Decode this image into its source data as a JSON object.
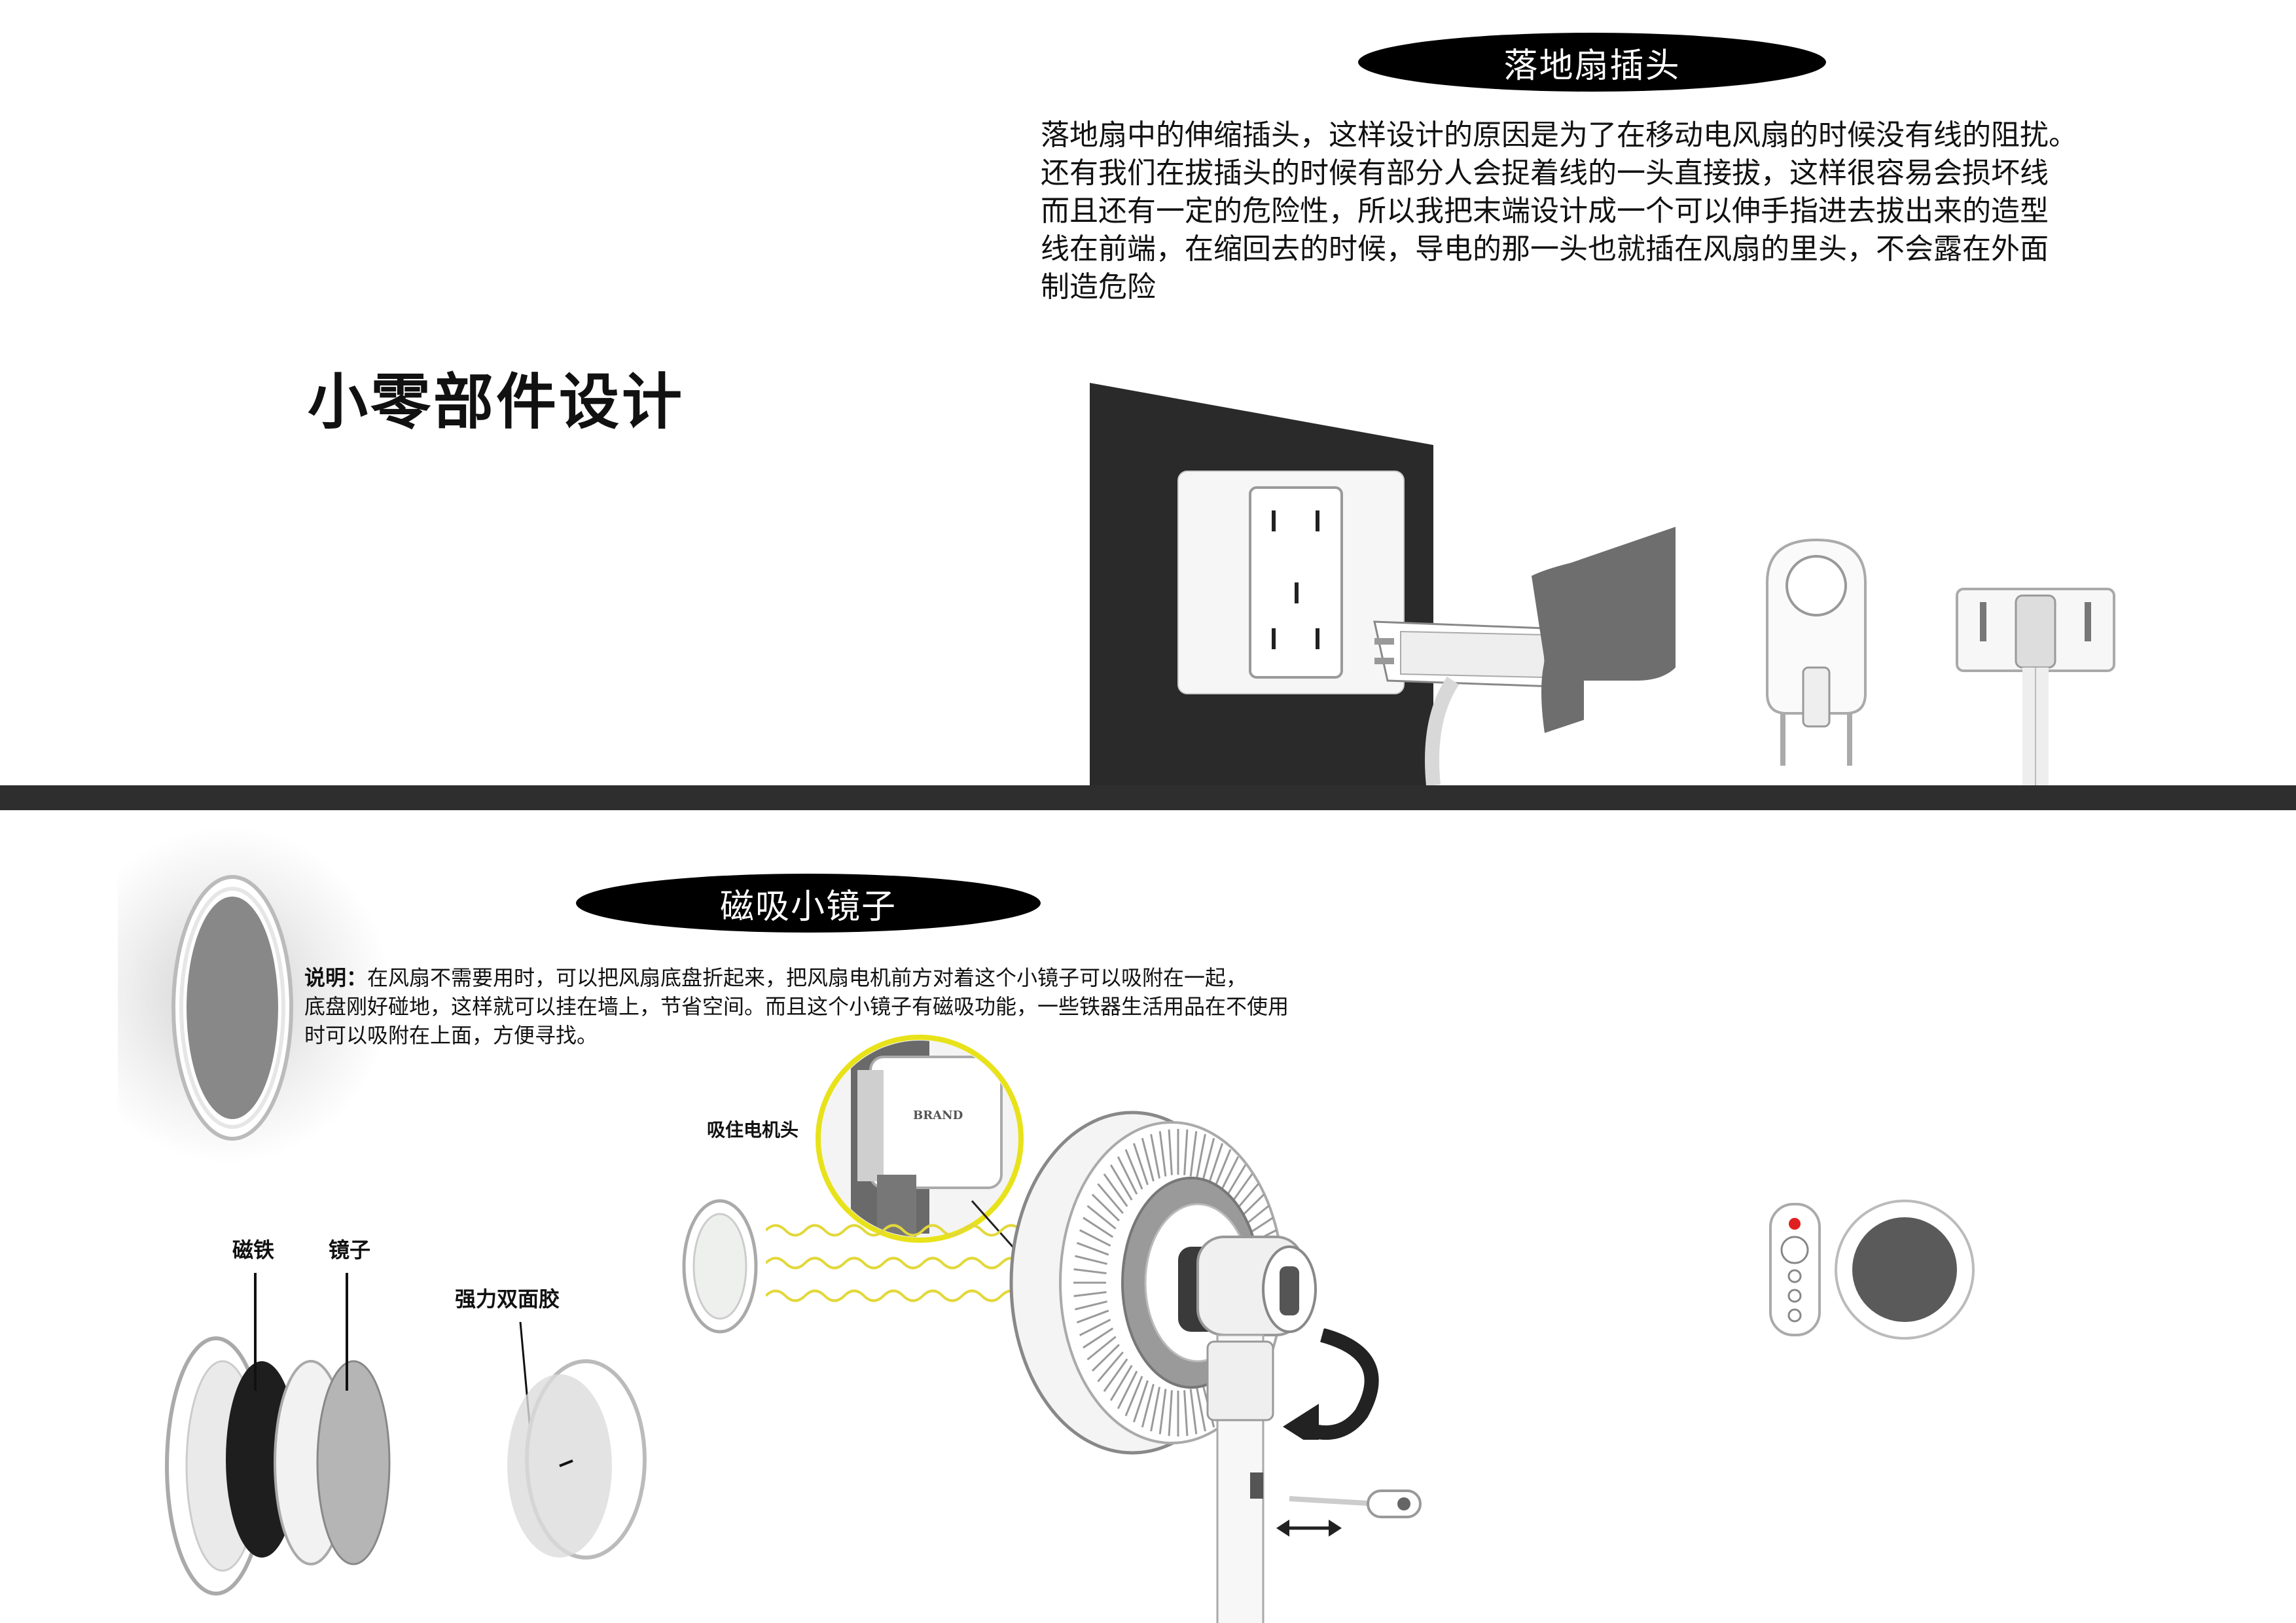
{
  "page_title": "小零部件设计",
  "section_plug": {
    "heading": "落地扇插头",
    "lines": [
      "落地扇中的伸缩插头，这样设计的原因是为了在移动电风扇的时候没有线的阻扰。",
      "还有我们在拔插头的时候有部分人会捉着线的一头直接拔，这样很容易会损坏线",
      "而且还有一定的危险性，所以我把末端设计成一个可以伸手指进去拔出来的造型",
      "线在前端，在缩回去的时候，导电的那一头也就插在风扇的里头，不会露在外面",
      "制造危险"
    ]
  },
  "section_mirror": {
    "heading": "磁吸小镜子",
    "desc_label": "说明",
    "desc_colon": "：",
    "lines": [
      "在风扇不需要用时，可以把风扇底盘折起来，把风扇电机前方对着这个小镜子可以吸附在一起，",
      "底盘刚好碰地，这样就可以挂在墙上，节省空间。而且这个小镜子有磁吸功能，一些铁器生活用品在不使用",
      "时可以吸附在上面，方便寻找。"
    ],
    "callout_motor": "吸住电机头",
    "brand_text": "BRAND",
    "part_magnet": "磁铁",
    "part_mirror": "镜子",
    "part_tape": "强力双面胶"
  },
  "colors": {
    "divider": "#2e2e2e",
    "pill_bg": "#000000",
    "wall_plate": "#2a2a2a",
    "callout_ring": "#e8e21a",
    "wave": "#e2d83a",
    "remote_button": "#e02020"
  },
  "icons": [
    "socket-icon",
    "plug-icon",
    "fan-icon",
    "mirror-icon",
    "rotate-arrow-icon",
    "double-arrow-icon",
    "remote-icon"
  ]
}
